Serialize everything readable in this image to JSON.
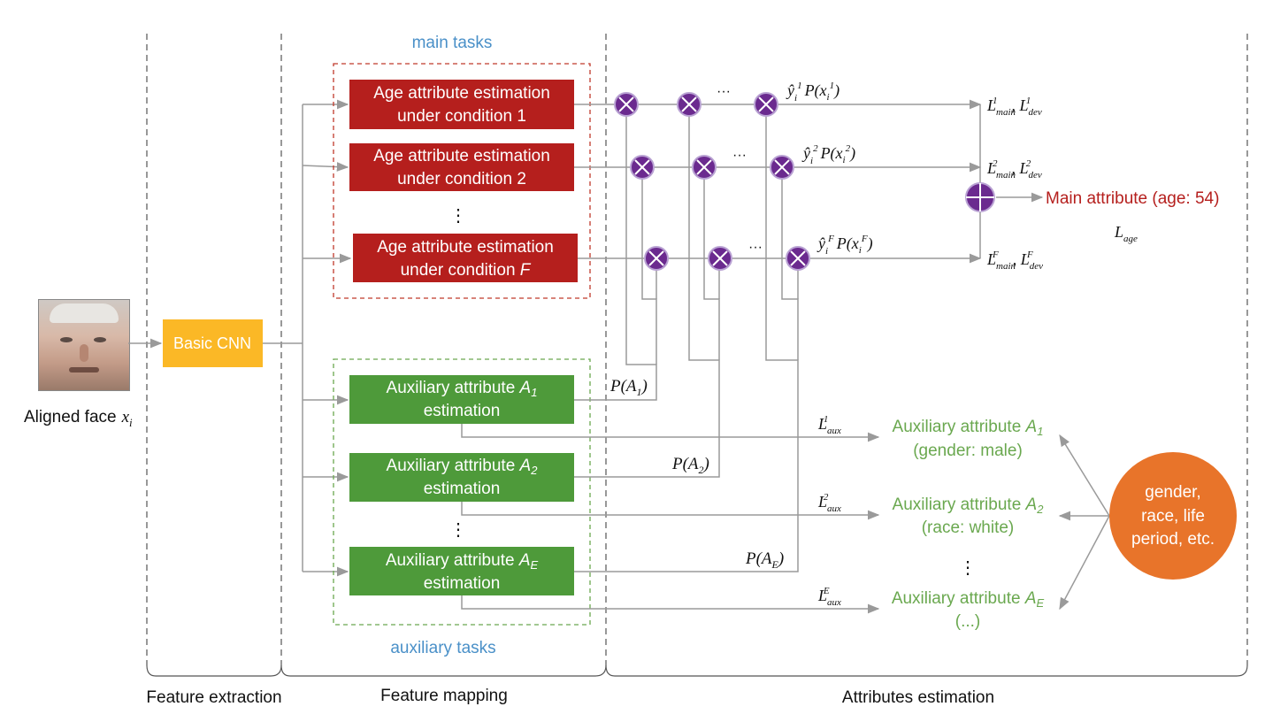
{
  "sections": {
    "feature_extraction": "Feature extraction",
    "feature_mapping": "Feature mapping",
    "attributes_estimation": "Attributes estimation"
  },
  "input": {
    "face_label": "Aligned face",
    "face_var": "x",
    "face_sub": "i"
  },
  "cnn_label": "Basic CNN",
  "main_tasks_label": "main tasks",
  "auxiliary_tasks_label": "auxiliary tasks",
  "main_boxes": [
    {
      "line1": "Age attribute estimation",
      "line2": "under condition 1",
      "cond": ""
    },
    {
      "line1": "Age attribute estimation",
      "line2": "under condition 2",
      "cond": ""
    },
    {
      "line1": "Age attribute estimation",
      "line2": "under condition ",
      "cond": "F"
    }
  ],
  "aux_boxes": [
    {
      "line1": "Auxiliary attribute ",
      "sym": "A",
      "sub": "1",
      "line2": "estimation"
    },
    {
      "line1": "Auxiliary attribute ",
      "sym": "A",
      "sub": "2",
      "line2": "estimation"
    },
    {
      "line1": "Auxiliary attribute ",
      "sym": "A",
      "sub": "E",
      "line2": "estimation"
    }
  ],
  "vdots": "⋮",
  "hdots": "···",
  "probabilities": [
    {
      "P": "P(A",
      "sub": "1",
      "close": ")"
    },
    {
      "P": "P(A",
      "sub": "2",
      "close": ")"
    },
    {
      "P": "P(A",
      "sub": "E",
      "close": ")"
    }
  ],
  "product_labels": [
    {
      "sup": "1"
    },
    {
      "sup": "2"
    },
    {
      "sup": "F"
    }
  ],
  "loss_main": [
    {
      "sup": "1"
    },
    {
      "sup": "2"
    },
    {
      "sup": "F"
    }
  ],
  "loss_aux": [
    {
      "sup": "1"
    },
    {
      "sup": "2"
    },
    {
      "sup": "E"
    }
  ],
  "loss_symbol": "L",
  "loss_main_sub": "main",
  "loss_dev_sub": "dev",
  "loss_aux_sub": "aux",
  "loss_age_sub": "age",
  "main_attribute_output": "Main attribute (age: 54)",
  "aux_outputs": [
    {
      "line1": "Auxiliary attribute ",
      "sym": "A",
      "sub": "1",
      "line2": "(gender: male)"
    },
    {
      "line1": "Auxiliary attribute ",
      "sym": "A",
      "sub": "2",
      "line2": "(race: white)"
    },
    {
      "line1": "Auxiliary attribute ",
      "sym": "A",
      "sub": "E",
      "line2": "(...)"
    }
  ],
  "circle_text": [
    "gender,",
    "race, life",
    "period, etc."
  ],
  "colors": {
    "main_box": "#b51f1d",
    "aux_box": "#4e9a3a",
    "cnn_box": "#fbb826",
    "multiplier": "#6b2a8f",
    "aux_text": "#6aa84f",
    "main_text": "#b51f1d",
    "section_blue": "#4a90c8",
    "circle": "#e8742a",
    "line": "#9a9a9a"
  }
}
